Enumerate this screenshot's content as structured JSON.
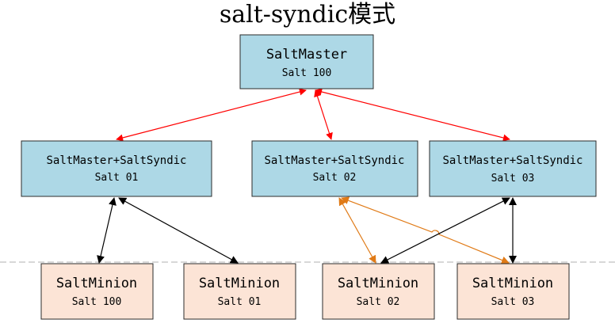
{
  "title": "salt-syndic模式",
  "nodes": {
    "master": {
      "line1": "SaltMaster",
      "line2": "Salt 100"
    },
    "syndic01": {
      "line1": "SaltMaster+SaltSyndic",
      "line2": "Salt 01"
    },
    "syndic02": {
      "line1": "SaltMaster+SaltSyndic",
      "line2": "Salt 02"
    },
    "syndic03": {
      "line1": "SaltMaster+SaltSyndic",
      "line2": "Salt 03"
    },
    "minion100": {
      "line1": "SaltMinion",
      "line2": "Salt 100"
    },
    "minion01": {
      "line1": "SaltMinion",
      "line2": "Salt 01"
    },
    "minion02": {
      "line1": "SaltMinion",
      "line2": "Salt 02"
    },
    "minion03": {
      "line1": "SaltMinion",
      "line2": "Salt 03"
    }
  },
  "colors": {
    "master_fill": "#add8e6",
    "syndic_fill": "#add8e6",
    "minion_fill": "#fce4d6",
    "red_link": "#ff0000",
    "orange_link": "#e07a16",
    "black_link": "#000000",
    "separator": "#b0b0b0"
  }
}
